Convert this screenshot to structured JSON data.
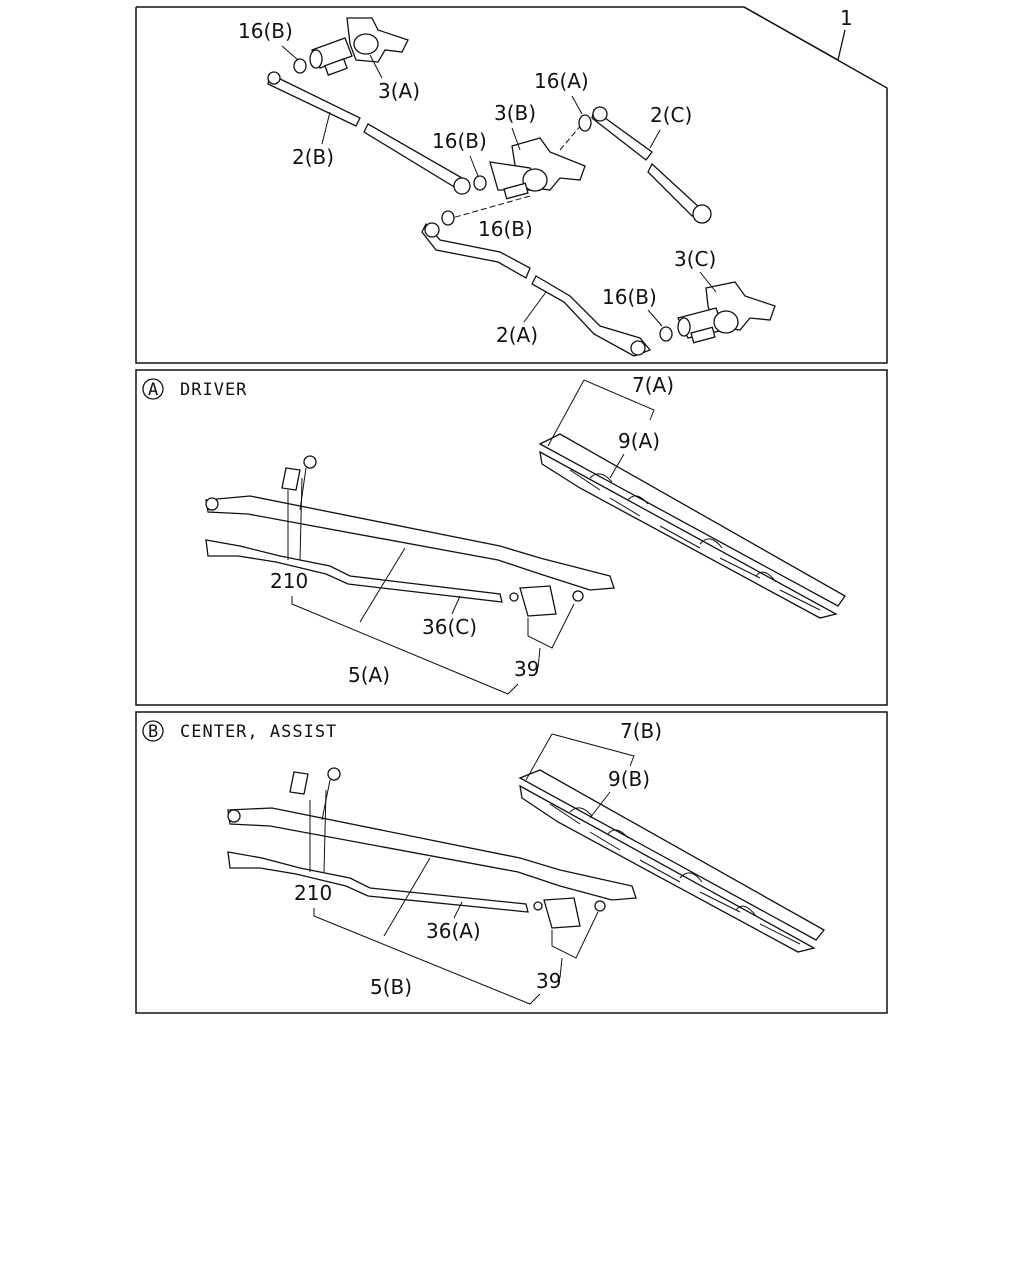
{
  "section_top": {
    "callouts": [
      "1",
      "16(B)",
      "3(A)",
      "2(B)",
      "16(B)",
      "3(B)",
      "16(A)",
      "2(C)",
      "16(B)",
      "3(C)",
      "16(B)",
      "2(A)"
    ]
  },
  "section_a": {
    "badge": "A",
    "title": "DRIVER",
    "callouts": [
      "7(A)",
      "9(A)",
      "210",
      "36(C)",
      "5(A)",
      "39"
    ]
  },
  "section_b": {
    "badge": "B",
    "title": "CENTER, ASSIST",
    "callouts": [
      "7(B)",
      "9(B)",
      "210",
      "36(A)",
      "5(B)",
      "39"
    ]
  }
}
